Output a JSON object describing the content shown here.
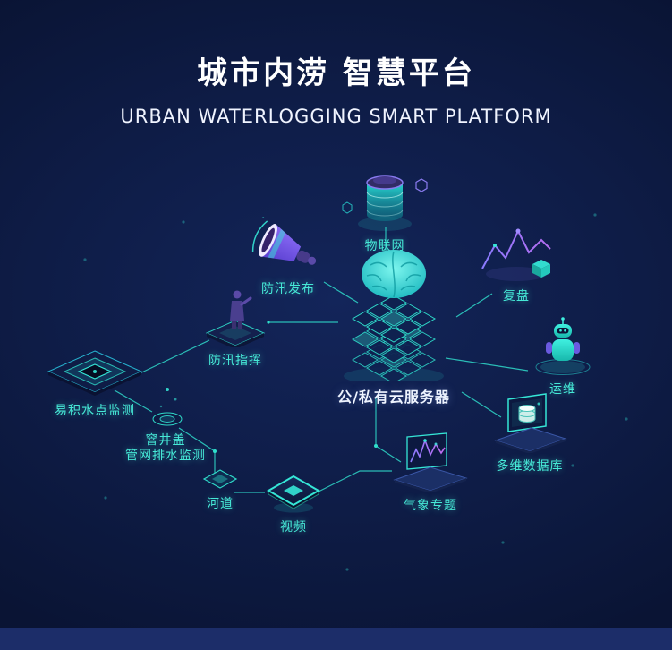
{
  "header": {
    "title": "城市内涝 智慧平台",
    "subtitle": "URBAN WATERLOGGING SMART PLATFORM"
  },
  "colors": {
    "background": "#0e1c46",
    "accent_teal": "#35e6d6",
    "accent_purple": "#8a7bf0",
    "label_color": "#46e8d6",
    "central_label_color": "#eef4ff",
    "connector_color": "#2fd9c9",
    "footer_band_color": "#1c2d69"
  },
  "nodes": [
    {
      "id": "iot",
      "label": "物联网",
      "icon": "iot-cylinder-icon"
    },
    {
      "id": "review",
      "label": "复盘",
      "icon": "line-chart-icon"
    },
    {
      "id": "flood-release",
      "label": "防汛发布",
      "icon": "megaphone-icon"
    },
    {
      "id": "flood-command",
      "label": "防汛指挥",
      "icon": "commander-icon"
    },
    {
      "id": "cloud-server",
      "label": "公/私有云服务器",
      "icon": "brain-server-stack-icon"
    },
    {
      "id": "operations",
      "label": "运维",
      "icon": "robot-icon"
    },
    {
      "id": "water-point-monitor",
      "label": "易积水点监测",
      "icon": "sensor-platform-icon"
    },
    {
      "id": "manhole-drainage",
      "label_line1": "窨井盖",
      "label_line2": "管网排水监测",
      "icon": "manhole-icon"
    },
    {
      "id": "multi-dim-database",
      "label": "多维数据库",
      "icon": "database-laptop-icon"
    },
    {
      "id": "weather-topic",
      "label": "气象专题",
      "icon": "weather-laptop-icon"
    },
    {
      "id": "river",
      "label": "河道",
      "icon": "river-node-icon"
    },
    {
      "id": "video",
      "label": "视频",
      "icon": "video-tile-icon"
    }
  ]
}
